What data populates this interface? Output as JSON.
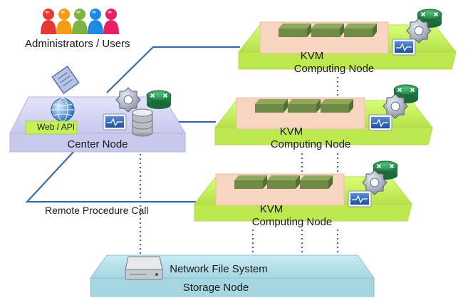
{
  "labels": {
    "users": "Administrators / Users",
    "rpc": "Remote Procedure Call",
    "center_node": "Center Node",
    "web_api": "Web / API",
    "storage_node": "Storage Node",
    "nfs": "Network File System"
  },
  "compute_nodes": [
    {
      "hypervisor": "KVM",
      "title": "Computing Node"
    },
    {
      "hypervisor": "KVM",
      "title": "Computing Node"
    },
    {
      "hypervisor": "KVM",
      "title": "Computing Node"
    }
  ],
  "colors": {
    "compute_platform": "#c6f05a",
    "compute_border": "#b4d94e",
    "kvm_box": "#f8d5c0",
    "vm_block": "#6e8a45",
    "center_platform": "#d4d4f2",
    "web_api_box": "#c6f05a",
    "storage_platform": "#b3dfe9",
    "link_line": "#3d6aa6",
    "dotted_line": "#3d6aa6",
    "router": "#2a9d59"
  },
  "user_colors": [
    "#e53935",
    "#f39c12",
    "#7cb342",
    "#1e88e5",
    "#e91e63"
  ]
}
